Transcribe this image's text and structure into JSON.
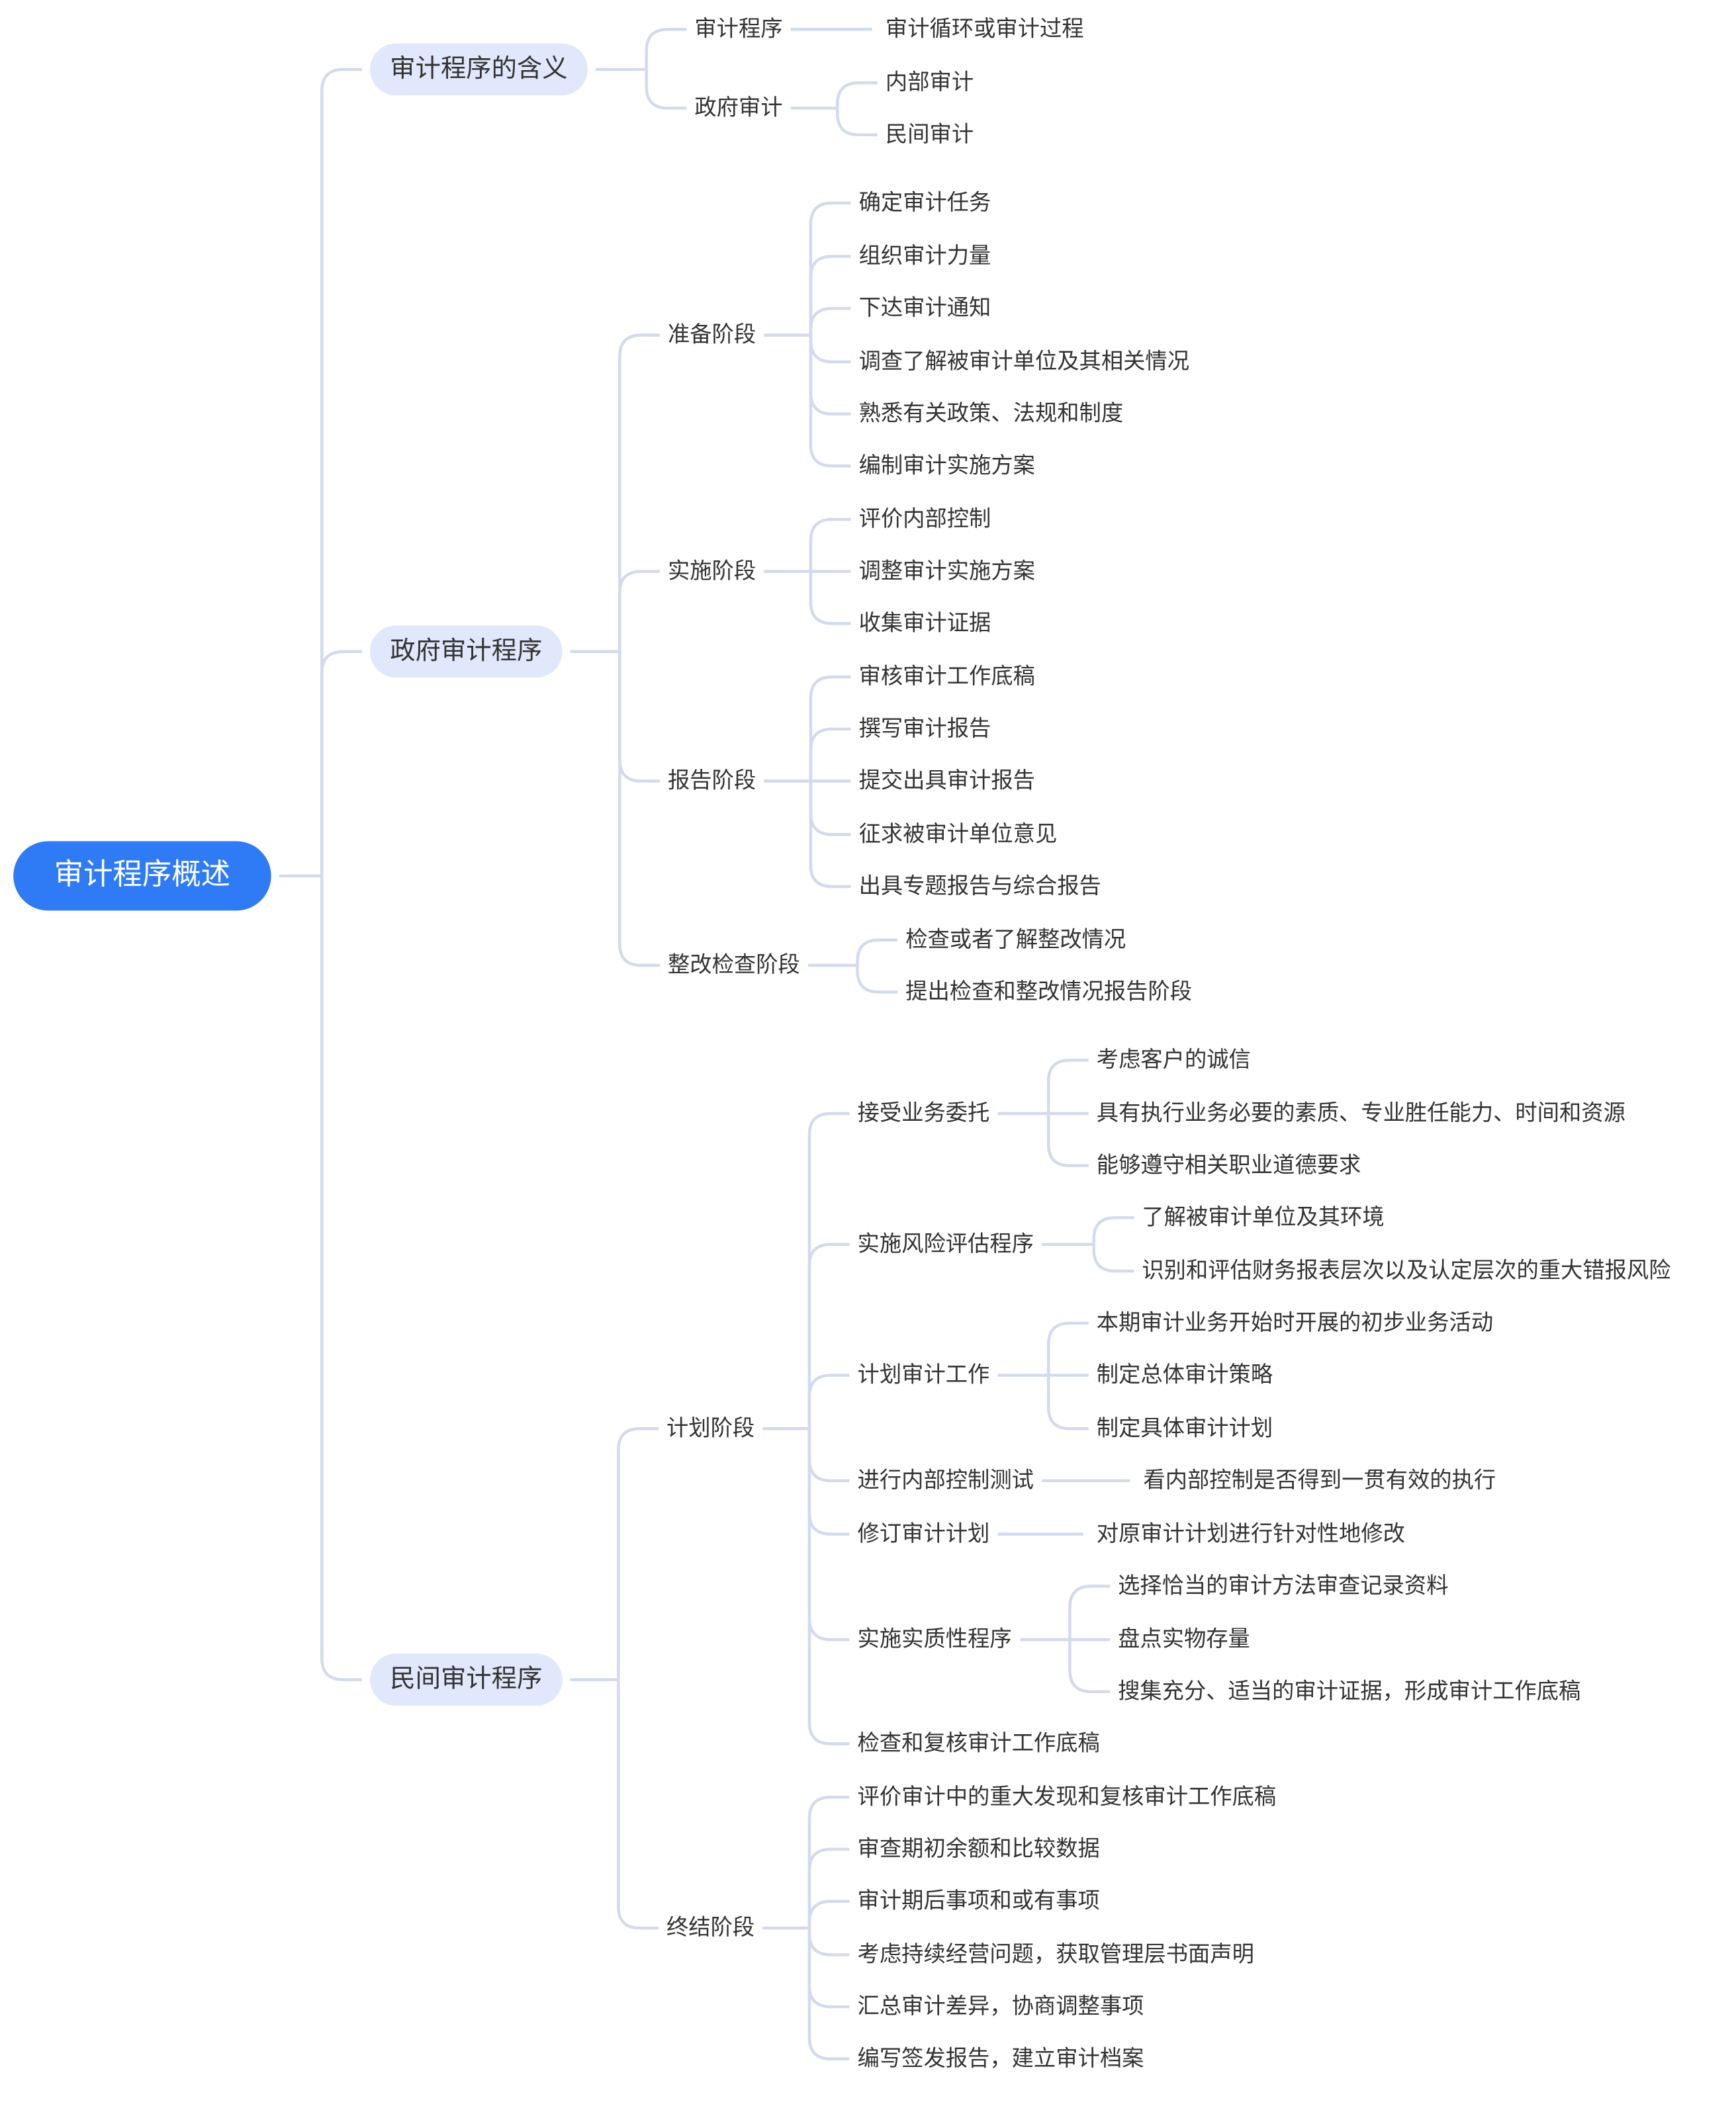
{
  "root": {
    "label": "审计程序概述",
    "children": [
      {
        "label": "审计程序的含义",
        "children": [
          {
            "label": "审计程序",
            "children": [
              {
                "label": "审计循环或审计过程"
              }
            ]
          },
          {
            "label": "政府审计",
            "children": [
              {
                "label": "内部审计"
              },
              {
                "label": "民间审计"
              }
            ]
          }
        ]
      },
      {
        "label": "政府审计程序",
        "children": [
          {
            "label": "准备阶段",
            "children": [
              {
                "label": "确定审计任务"
              },
              {
                "label": "组织审计力量"
              },
              {
                "label": "下达审计通知"
              },
              {
                "label": "调查了解被审计单位及其相关情况"
              },
              {
                "label": "熟悉有关政策、法规和制度"
              },
              {
                "label": "编制审计实施方案"
              }
            ]
          },
          {
            "label": "实施阶段",
            "children": [
              {
                "label": "评价内部控制"
              },
              {
                "label": "调整审计实施方案"
              },
              {
                "label": "收集审计证据"
              }
            ]
          },
          {
            "label": "报告阶段",
            "children": [
              {
                "label": "审核审计工作底稿"
              },
              {
                "label": "撰写审计报告"
              },
              {
                "label": "提交出具审计报告"
              },
              {
                "label": "征求被审计单位意见"
              },
              {
                "label": "出具专题报告与综合报告"
              }
            ]
          },
          {
            "label": "整改检查阶段",
            "children": [
              {
                "label": "检查或者了解整改情况"
              },
              {
                "label": "提出检查和整改情况报告阶段"
              }
            ]
          }
        ]
      },
      {
        "label": "民间审计程序",
        "children": [
          {
            "label": "计划阶段",
            "children": [
              {
                "label": "接受业务委托",
                "children": [
                  {
                    "label": "考虑客户的诚信"
                  },
                  {
                    "label": "具有执行业务必要的素质、专业胜任能力、时间和资源"
                  },
                  {
                    "label": "能够遵守相关职业道德要求"
                  }
                ]
              },
              {
                "label": "实施风险评估程序",
                "children": [
                  {
                    "label": "了解被审计单位及其环境"
                  },
                  {
                    "label": "识别和评估财务报表层次以及认定层次的重大错报风险"
                  }
                ]
              },
              {
                "label": "计划审计工作",
                "children": [
                  {
                    "label": "本期审计业务开始时开展的初步业务活动"
                  },
                  {
                    "label": "制定总体审计策略"
                  },
                  {
                    "label": "制定具体审计计划"
                  }
                ]
              },
              {
                "label": "进行内部控制测试",
                "children": [
                  {
                    "label": "看内部控制是否得到一贯有效的执行"
                  }
                ]
              },
              {
                "label": "修订审计计划",
                "children": [
                  {
                    "label": "对原审计计划进行针对性地修改"
                  }
                ]
              },
              {
                "label": "实施实质性程序",
                "children": [
                  {
                    "label": "选择恰当的审计方法审查记录资料"
                  },
                  {
                    "label": "盘点实物存量"
                  },
                  {
                    "label": "搜集充分、适当的审计证据，形成审计工作底稿"
                  }
                ]
              },
              {
                "label": "检查和复核审计工作底稿"
              }
            ]
          },
          {
            "label": "终结阶段",
            "children": [
              {
                "label": "评价审计中的重大发现和复核审计工作底稿"
              },
              {
                "label": "审查期初余额和比较数据"
              },
              {
                "label": "审计期后事项和或有事项"
              },
              {
                "label": "考虑持续经营问题，获取管理层书面声明"
              },
              {
                "label": "汇总审计差异，协商调整事项"
              },
              {
                "label": "编写签发报告，建立审计档案"
              }
            ]
          }
        ]
      }
    ]
  },
  "colors": {
    "root_bg": "#2f7bf5",
    "topic_bg": "#e1e8fc",
    "line": "#d3daee",
    "text": "#333333"
  }
}
